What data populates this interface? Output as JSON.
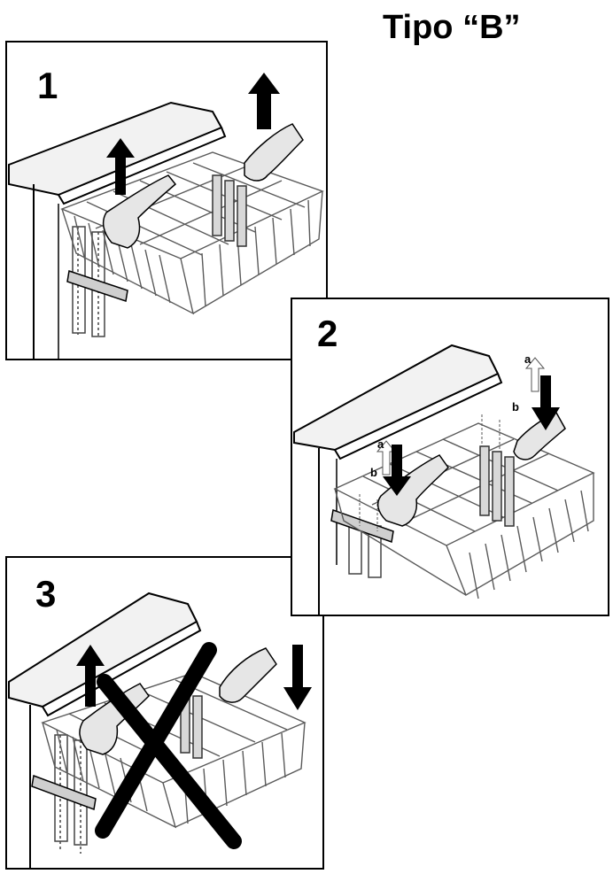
{
  "title": "Tipo “B”",
  "panels": [
    {
      "number": "1"
    },
    {
      "number": "2",
      "labels": {
        "a": "a",
        "b": "b"
      }
    },
    {
      "number": "3"
    }
  ],
  "colors": {
    "ink": "#000000",
    "wire": "#5a5a5a",
    "hand": "#e6e6e6",
    "bg": "#ffffff"
  }
}
